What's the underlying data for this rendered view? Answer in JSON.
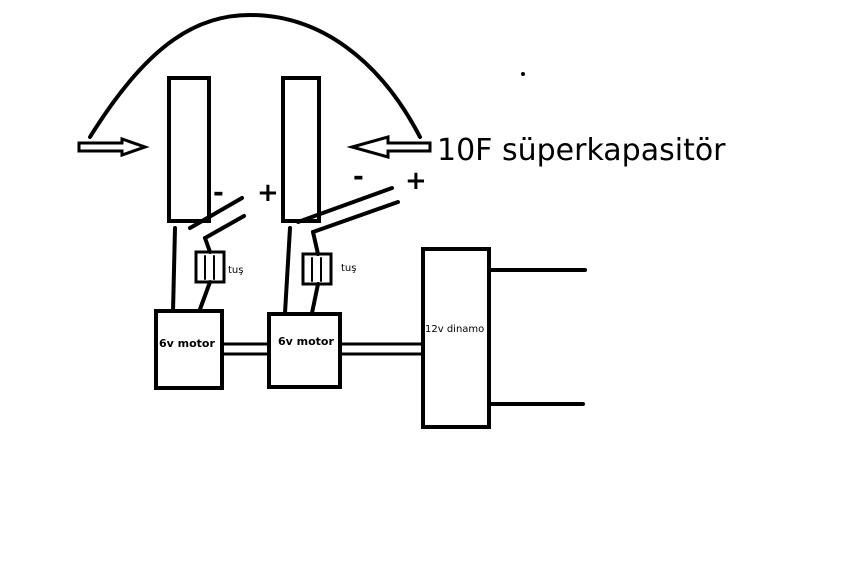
{
  "diagram": {
    "title": "10F süperkapasitör",
    "capacitors": [
      {
        "minus": "-",
        "plus": "+"
      },
      {
        "minus": "-",
        "plus": "+"
      }
    ],
    "buttons": [
      {
        "label": "tuş"
      },
      {
        "label": "tuş"
      }
    ],
    "motors": [
      {
        "label": "6v motor"
      },
      {
        "label": "6v motor"
      }
    ],
    "generator": {
      "label": "12v dinamo"
    },
    "colors": {
      "ink": "#000000",
      "background": "#ffffff"
    }
  }
}
